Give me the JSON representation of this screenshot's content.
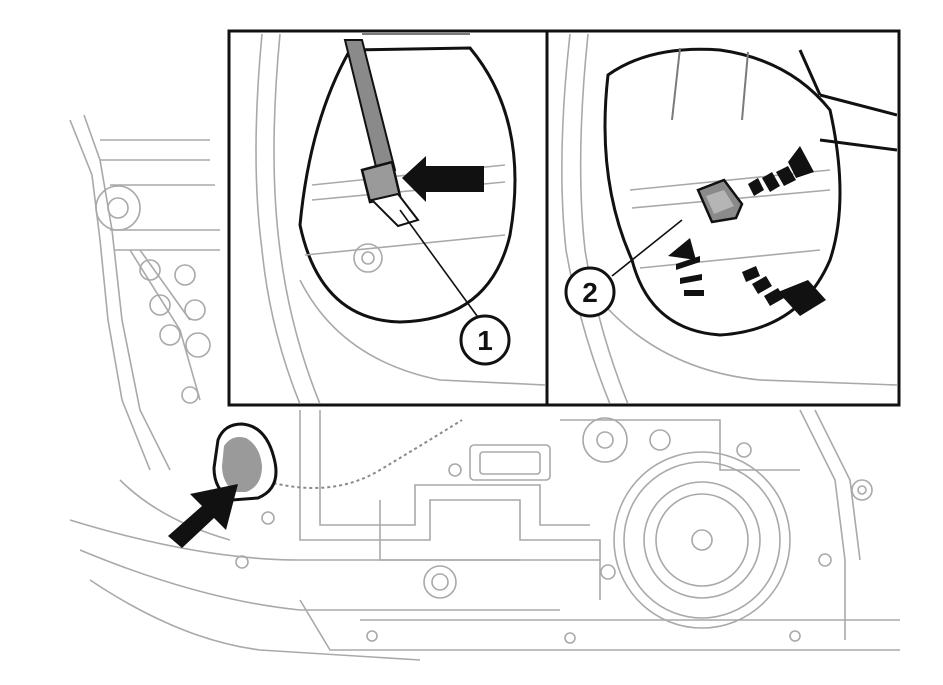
{
  "callouts": [
    {
      "id": "1",
      "label": "1"
    },
    {
      "id": "2",
      "label": "2"
    }
  ],
  "colors": {
    "line": "#a9a9a9",
    "ink": "#111111",
    "part_fill": "#9a9a9a"
  },
  "icons": [
    "push-arrow-icon",
    "release-arrow-icon"
  ]
}
